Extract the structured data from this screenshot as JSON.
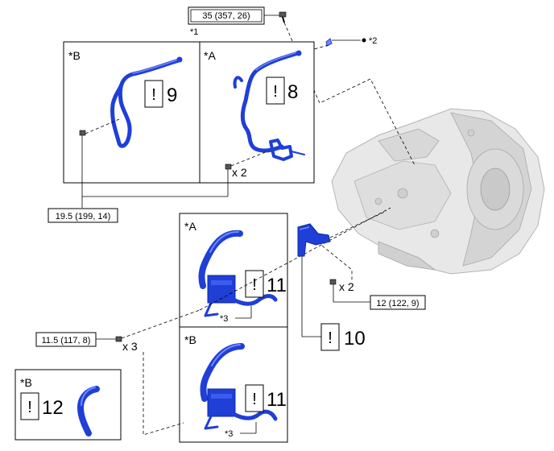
{
  "torque": {
    "top_bolt": "35 (357, 26)",
    "left_bolt": "19.5 (199, 14)",
    "right_bolt": "12 (122, 9)",
    "bottom_left_bolt": "11.5 (117, 8)"
  },
  "notes": {
    "n1": "*1",
    "n2": "*2",
    "n3a": "*3",
    "n3b": "*3"
  },
  "panels": {
    "upper_left": {
      "label": "*B",
      "step": "9"
    },
    "upper_right": {
      "label": "*A",
      "step": "8"
    },
    "lower_top": {
      "label": "*A",
      "step": "11"
    },
    "lower_bottom": {
      "label": "*B",
      "step": "11"
    },
    "bottom_left": {
      "label": "*B",
      "step": "12"
    }
  },
  "standalone_step": "10",
  "caution_mark": "!",
  "qty": {
    "upper_bolts": "x 2",
    "bracket_bolts": "x 2",
    "cooler_bolts": "x 3"
  },
  "colors": {
    "pipe": "#1f3fd6",
    "pipe_highlight": "#6f8bff",
    "transaxle": "#e6e6e6"
  }
}
